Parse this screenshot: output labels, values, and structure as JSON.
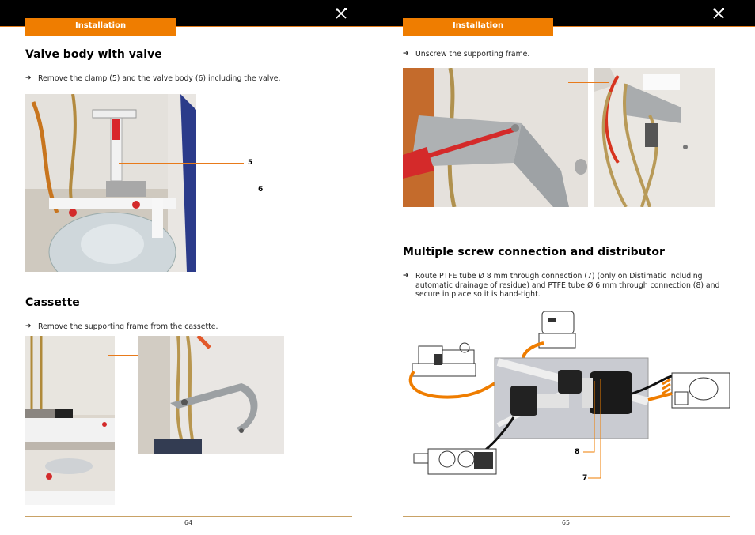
{
  "left_page": {
    "tab_label": "Installation",
    "section1": {
      "title": "Valve body with valve",
      "instruction": "Remove the clamp (5) and the valve body (6) including the valve.",
      "callouts": [
        "5",
        "6"
      ]
    },
    "section2": {
      "title": "Cassette",
      "instruction": "Remove the supporting frame from the cassette."
    },
    "page_number": "64"
  },
  "right_page": {
    "tab_label": "Installation",
    "section1": {
      "instruction": "Unscrew the supporting frame."
    },
    "section2": {
      "title": "Multiple screw connection and distributor",
      "instruction_line1": "Route PTFE tube Ø 8 mm through connection (7) (only on Distimatic including",
      "instruction_line2": "automatic drainage of residue) and PTFE tube Ø 6 mm through connection (8) and",
      "instruction_line3": "secure in place so it is hand-tight.",
      "callouts": [
        "8",
        "7"
      ]
    },
    "page_number": "65"
  },
  "colors": {
    "accent": "#ef7d00",
    "header_bar": "#000000"
  },
  "icons": {
    "header": "tools-icon",
    "bullet": "arrow-right-icon"
  }
}
